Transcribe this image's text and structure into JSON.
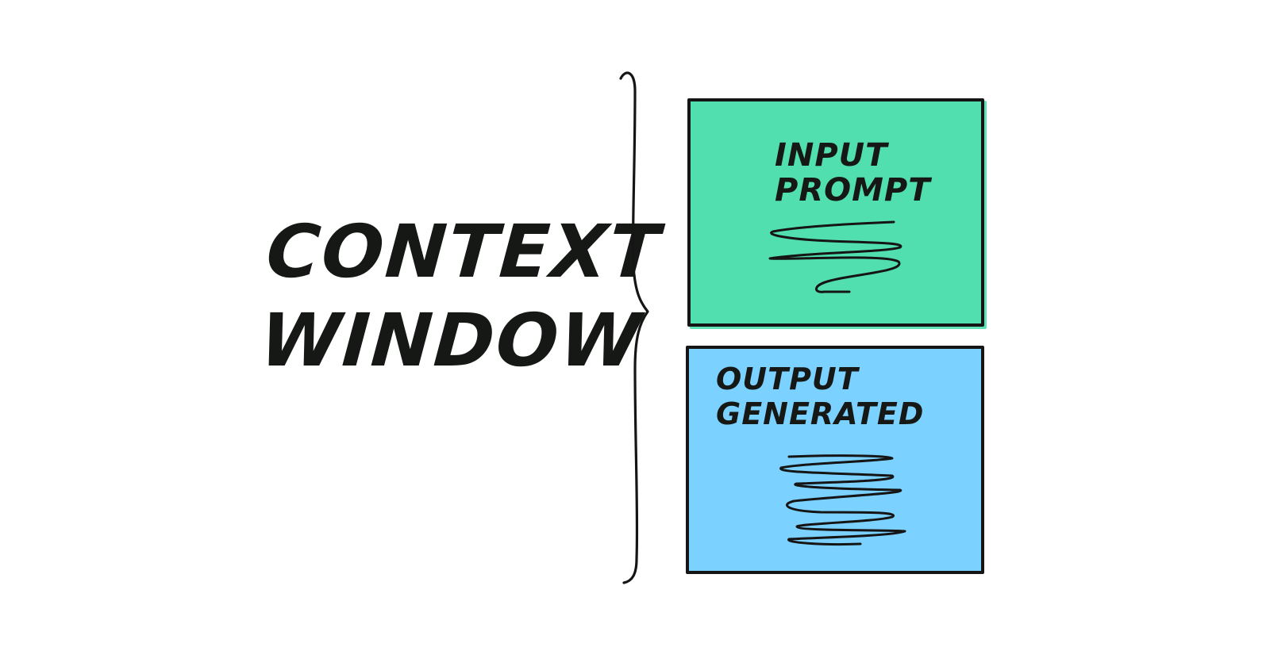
{
  "diagram": {
    "title": {
      "line1": "CONTEXT",
      "line2": "WINDOW"
    },
    "brace": {
      "icon": "curly-brace-icon",
      "spans": [
        "input_prompt",
        "output_generated"
      ]
    },
    "boxes": {
      "input_prompt": {
        "line1": "INPUT",
        "line2": "PROMPT",
        "fill": "#51dfb0",
        "scribble_icon": "scribble-icon"
      },
      "output_generated": {
        "line1": "OUTPUT",
        "line2": "GENERATED",
        "fill": "#7bd1ff",
        "scribble_icon": "scribble-icon"
      }
    },
    "colors": {
      "ink": "#151515",
      "background": "#ffffff"
    }
  }
}
